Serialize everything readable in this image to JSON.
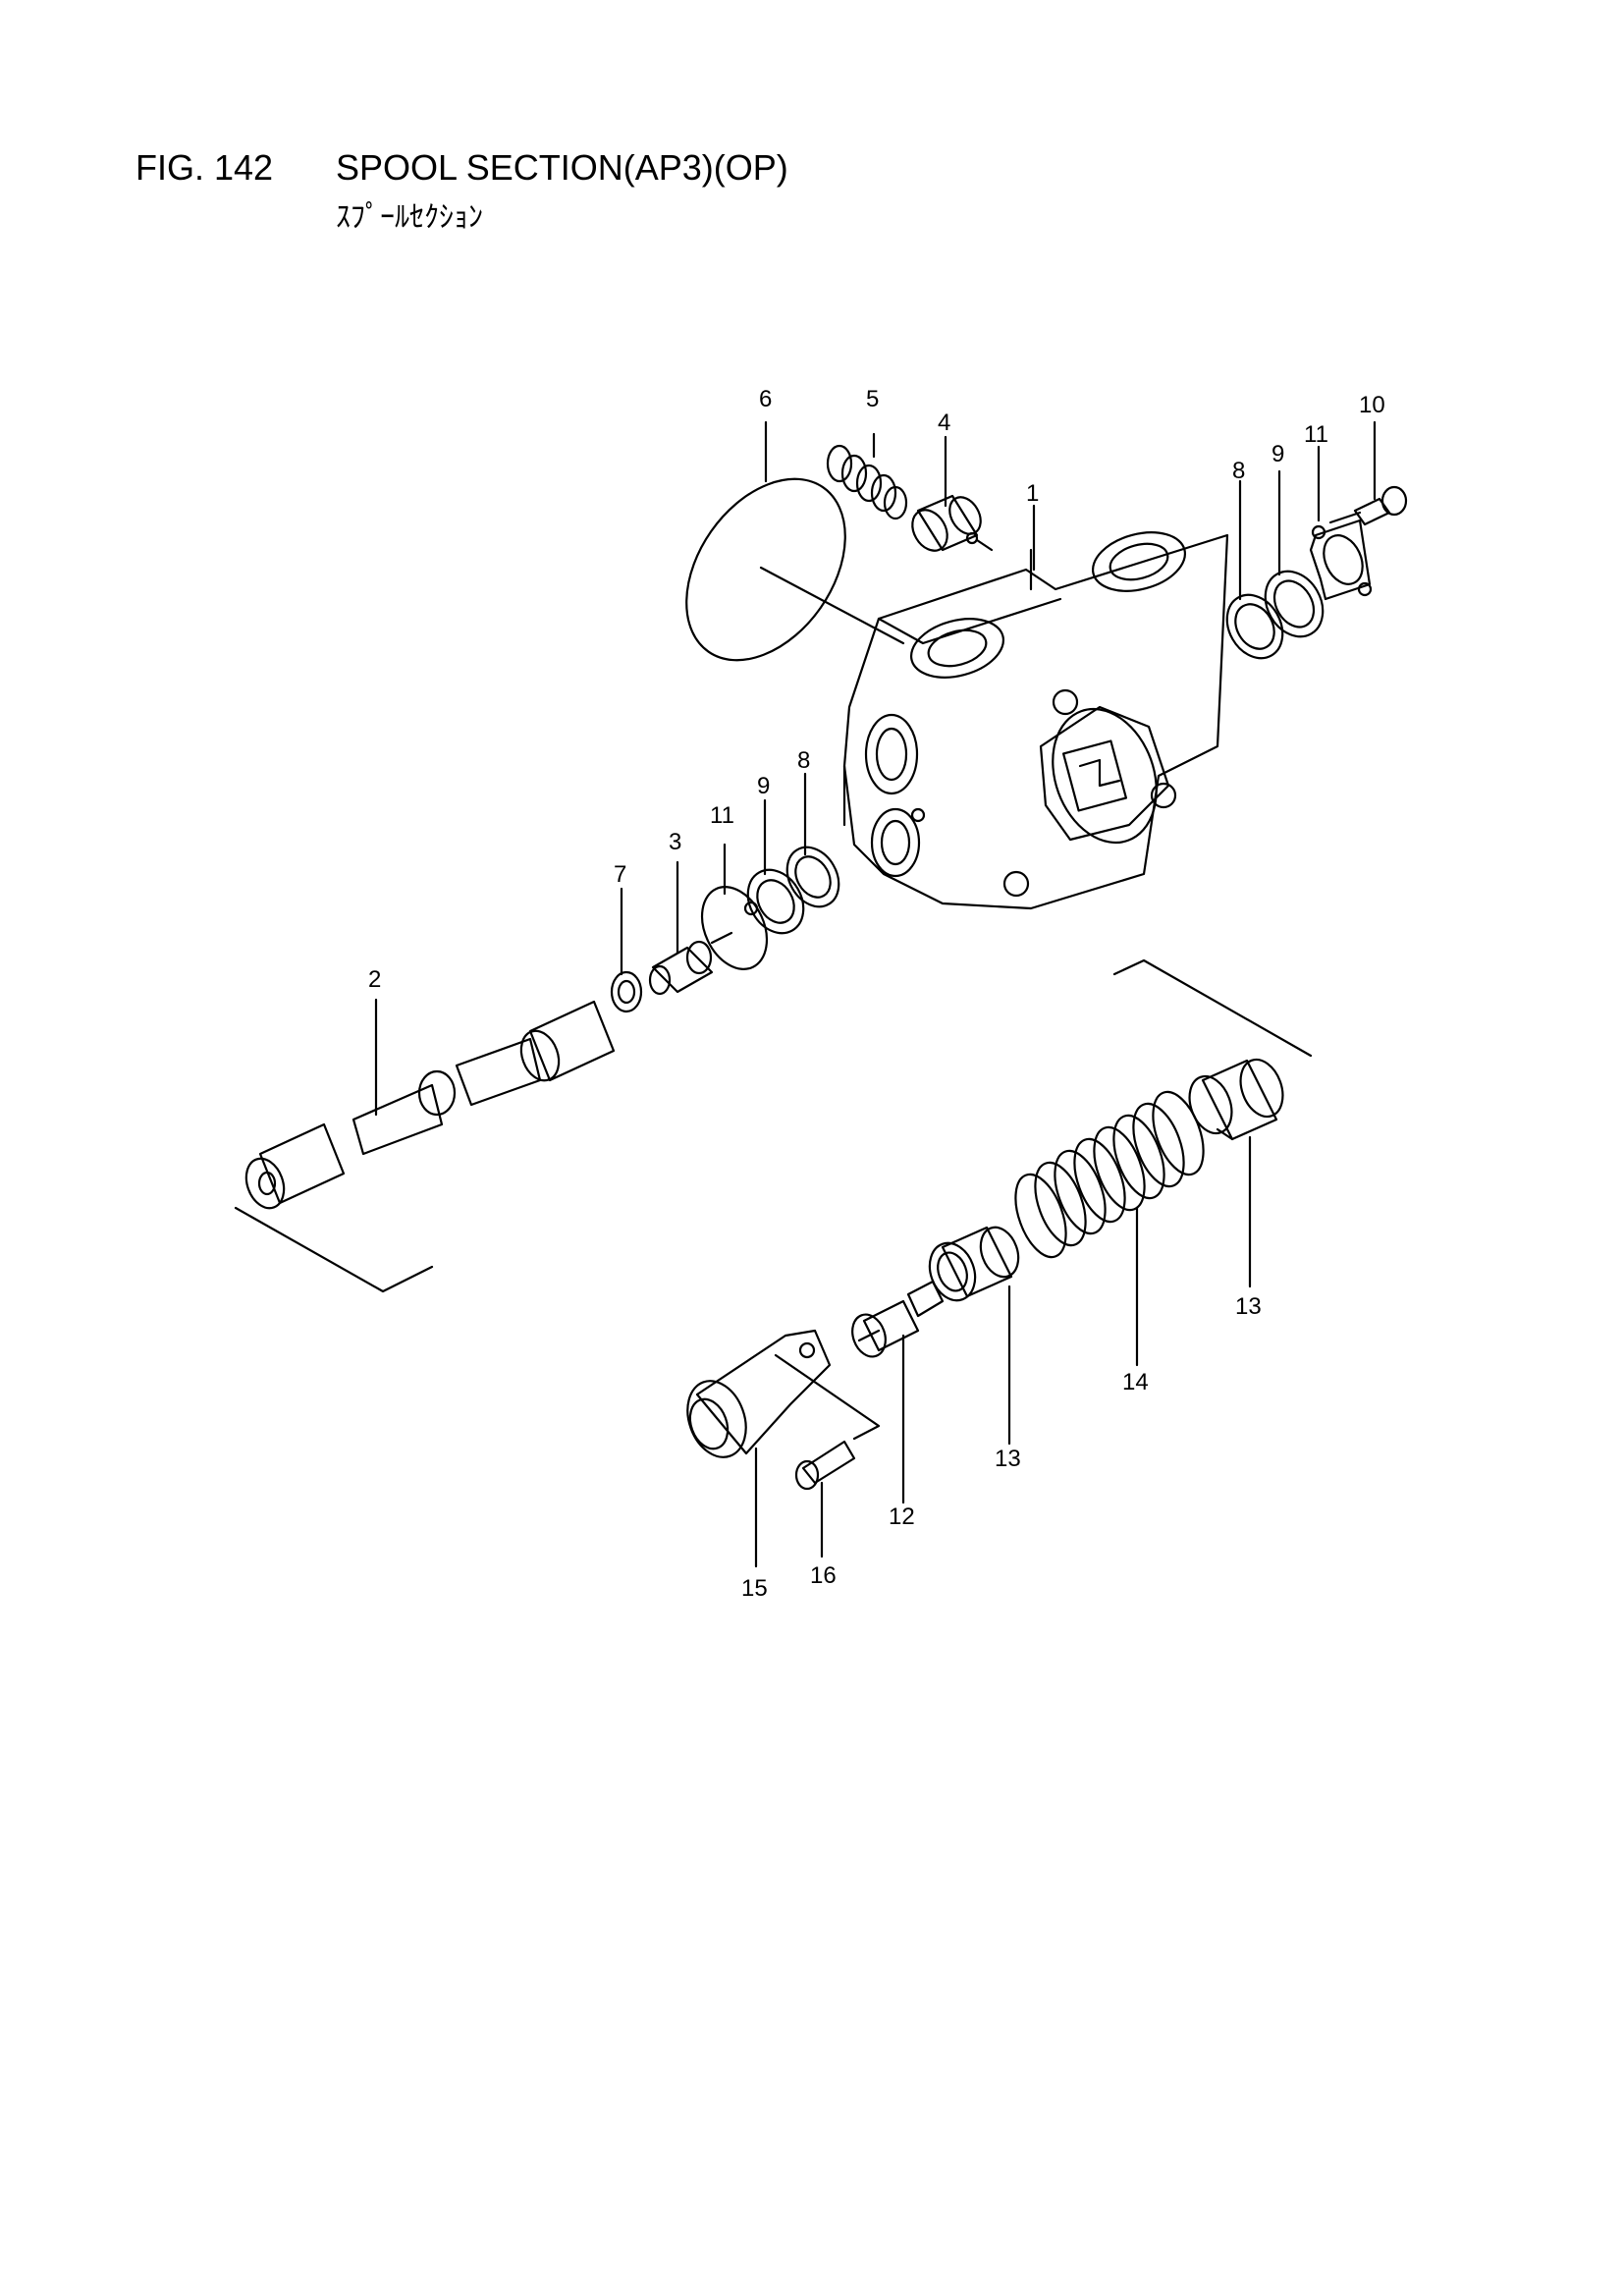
{
  "figure": {
    "number": "FIG. 142",
    "title": "SPOOL SECTION(AP3)(OP)",
    "subtitle": "ｽﾌﾟｰﾙｾｸｼｮﾝ"
  },
  "callouts": [
    "1",
    "2",
    "3",
    "4",
    "5",
    "6",
    "7",
    "8",
    "9",
    "10",
    "11",
    "8",
    "9",
    "11",
    "12",
    "13",
    "13",
    "14",
    "15",
    "16"
  ],
  "colors": {
    "ink": "#000000",
    "paper": "#ffffff"
  }
}
